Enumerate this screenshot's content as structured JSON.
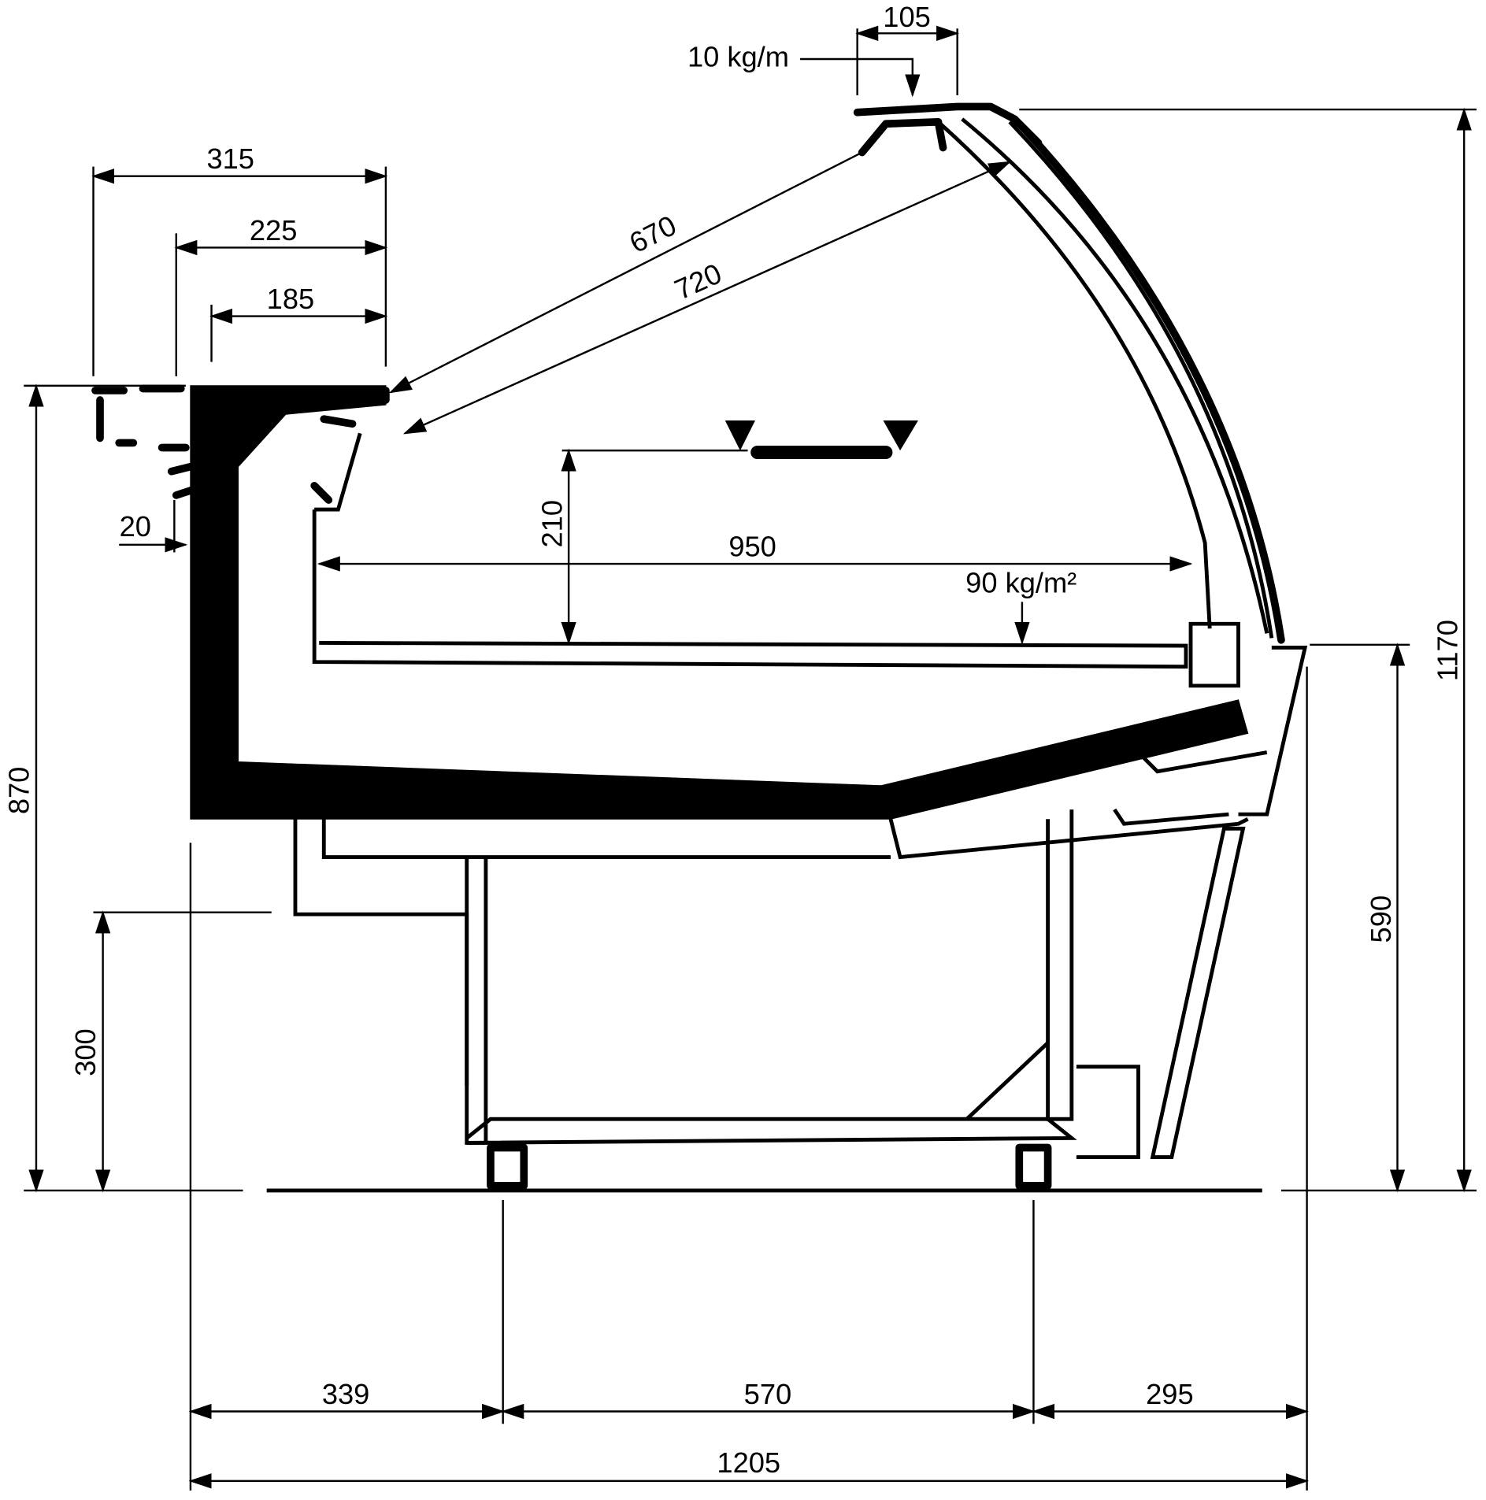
{
  "title": "Refrigerated display counter side section",
  "dimensions": {
    "top_width": "105",
    "top_load": "10 kg/m",
    "shelf_315": "315",
    "shelf_225": "225",
    "shelf_185": "185",
    "glass_670": "670",
    "glass_720": "720",
    "offset_20": "20",
    "height_210": "210",
    "depth_950": "950",
    "deck_load": "90  kg/m²",
    "height_870": "870",
    "height_300": "300",
    "height_1170": "1170",
    "height_590": "590",
    "base_339": "339",
    "base_570": "570",
    "base_295": "295",
    "total_1205": "1205"
  }
}
